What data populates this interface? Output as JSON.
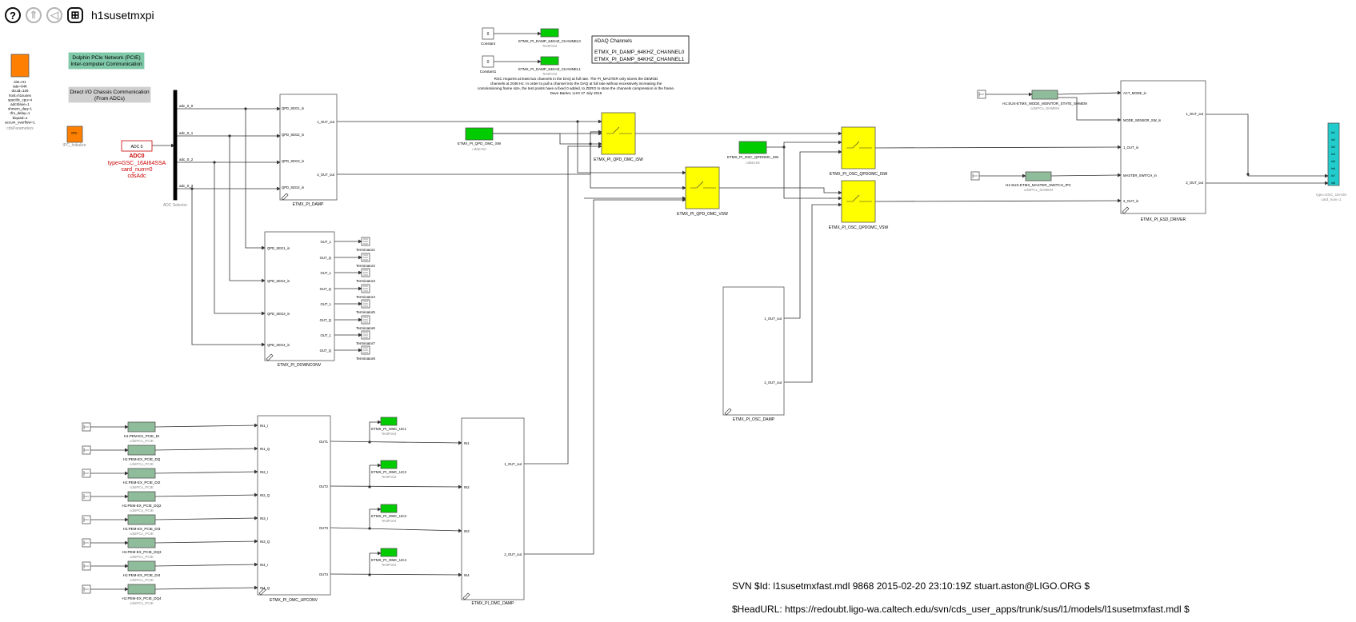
{
  "toolbar": {
    "help_glyph": "?",
    "up_glyph": "⇑",
    "back_glyph": "◁",
    "grid_glyph": "⊞",
    "model_name": "h1susetmxpi"
  },
  "colors": {
    "line": "#333333",
    "block_border": "#555555",
    "yellow": "#ffff00",
    "green": "#00cc00",
    "sage": "#8fbc9a",
    "teal": "#22cccc",
    "orange": "#ff8000",
    "red_label": "#cc0000",
    "grey_label": "#888888"
  },
  "notes": {
    "dolphin": [
      "Dolphin PCIe Network (PCIE)",
      "Inter-computer Communication"
    ],
    "direct_io": [
      "Direct I/O Chassis Communication",
      "(From ADCs)"
    ],
    "rgc_comment": [
      "RGC requires at least two channels in the DAQ at full rate. The PI_MASTER only stores the DEMOD",
      "channels at 2048 Hz. In order to pull a channel into the DAQ at full rate without excessively increasing the",
      "commissioning frame size, the test points have a fixed 0 added, to ZERO to store the channels compression in the frame.",
      "Dave Barker, LHO 27 July 2015"
    ]
  },
  "params_block": {
    "label": "cdsParameters",
    "lines": [
      "site=H1",
      "rate=64K",
      "dcuid=126",
      "host=h1susex",
      "specific_cpu=4",
      "adcSlave=1",
      "shmem_daq=1",
      "rfm_delay=1",
      "biquad=1",
      "accum_overflow=1"
    ]
  },
  "ipc_block": {
    "label": "IPC",
    "sublabel": "IPC_Initialize"
  },
  "adc": {
    "text": "ADC 0",
    "label": "ADC0",
    "type_lines": [
      "type=GSC_16AI64SSA",
      "card_num=0",
      "cdsAdc"
    ]
  },
  "bus": {
    "label": "ADC Selector",
    "outputs": [
      "adc_0_0",
      "adc_0_1",
      "adc_0_2",
      "adc_0_3"
    ]
  },
  "blocks": {
    "damp": {
      "label": "ETMX_PI_DAMP",
      "inputs": [
        "QPD_SEG1_in",
        "QPD_SEG2_in",
        "QPD_SEG3_in",
        "QPD_SEG4_in"
      ],
      "outputs": [
        "1_OUT_out",
        "2_OUT_out"
      ]
    },
    "downconv": {
      "label": "ETMX_PI_DOWNCONV",
      "inputs": [
        "QPD_SEG1_in",
        "QPD_SEG2_in",
        "QPD_SEG3_in",
        "QPD_SEG4_in"
      ],
      "outputs": [
        "OUT_1",
        "OUT_Q",
        "OUT_1",
        "OUT_Q",
        "OUT_1",
        "OUT_Q",
        "OUT_1",
        "OUT_Q"
      ]
    },
    "osc_damp": {
      "label": "ETMX_PI_OSC_DAMP",
      "outputs": [
        "1_OUT_out",
        "2_OUT_out"
      ]
    },
    "upconv": {
      "label": "ETMX_PI_OMC_UPCONV",
      "inputs": [
        "IN1_I",
        "IN1_Q",
        "IN2_I",
        "IN2_Q",
        "IN3_I",
        "IN3_Q",
        "IN4_I",
        "IN4_Q"
      ],
      "outputs": [
        "OUT1",
        "OUT2",
        "OUT3",
        "OUT4"
      ]
    },
    "omc_damp": {
      "label": "ETMX_PI_OMC_DAMP",
      "inputs": [
        "IN1",
        "IN2",
        "IN3",
        "IN4"
      ],
      "outputs": [
        "1_OUT_out",
        "2_OUT_out"
      ]
    },
    "esd": {
      "label": "ETMX_PI_ESD_DRIVER",
      "inputs": [
        "ACT_MODE_in",
        "MODE_SENSOR_SW_in",
        "1_OUT_in",
        "MASTER_SWITCH_in",
        "2_OUT_in"
      ],
      "outputs": [
        "1_OUT_out",
        "2_OUT_out"
      ]
    }
  },
  "terminators": [
    "Terminator1",
    "Terminator2",
    "Terminator3",
    "Terminator4",
    "Terminator5",
    "Terminator6",
    "Terminator7",
    "Terminator8"
  ],
  "switches": {
    "s1": "ETMX_PI_QPD_OMC_ISW",
    "s2": "ETMX_PI_QPD_OMC_VSW",
    "s3": "ETMX_PI_OSC_QPDOMC_ISW",
    "s4": "ETMX_PI_OSC_QPDOMC_VSW"
  },
  "epics_inputs": {
    "qpd_omc": {
      "label": "ETMX_PI_QPD_OMC_SW",
      "sublabel": "cdsEzInt"
    },
    "osc_qpdomc": {
      "label": "ETMX_PI_OSC_QPDOMC_SW",
      "sublabel": "cdsEzInt"
    }
  },
  "daq_testpoints": [
    {
      "const": "Constant",
      "label": "ETMX_PI_DAMP_64KHZ_CHANNEL0",
      "sub": "TestPoint"
    },
    {
      "const": "Constant1",
      "label": "ETMX_PI_DAMP_64KHZ_CHANNEL1",
      "sub": "TestPoint"
    }
  ],
  "daq_box": {
    "title": "#DAQ Channels",
    "lines": [
      "ETMX_PI_DAMP_64KHZ_CHANNEL0",
      "ETMX_PI_DAMP_64KHZ_CHANNEL1"
    ]
  },
  "shmem": {
    "monitor": {
      "label": "H1:SUS-ETMX_MODE_MONITOR_STATE_SHMEM",
      "sub": "cdsIPCx_SHMEM"
    },
    "master": {
      "label": "H1:SUS-ETMX_MASTER_SWITCH_IPC",
      "sub": "cdsIPCx_SHMEM"
    }
  },
  "dac": {
    "label1": "type=GSC_18AO8",
    "label2": "card_num=1"
  },
  "pcie_ipcs": [
    {
      "label": "H1:PEM-EX_PCIE_DI",
      "sub": "cdsIPCx_PCIE"
    },
    {
      "label": "H1:PEM-EX_PCIE_DQ",
      "sub": "cdsIPCx_PCIE"
    },
    {
      "label": "H1:PEM-EX_PCIE_DI2",
      "sub": "cdsIPCx_PCIE"
    },
    {
      "label": "H1:PEM-EX_PCIE_DQ2",
      "sub": "cdsIPCx_PCIE"
    },
    {
      "label": "H1:PEM-EX_PCIE_DI3",
      "sub": "cdsIPCx_PCIE"
    },
    {
      "label": "H1:PEM-EX_PCIE_DQ3",
      "sub": "cdsIPCx_PCIE"
    },
    {
      "label": "H1:PEM-EX_PCIE_DI4",
      "sub": "cdsIPCx_PCIE"
    },
    {
      "label": "H1:PEM-EX_PCIE_DQ4",
      "sub": "cdsIPCx_PCIE"
    }
  ],
  "omc_testpoints": [
    {
      "label": "ETMX_PI_OMC_UC1",
      "sub": "TestPoint"
    },
    {
      "label": "ETMX_PI_OMC_UC2",
      "sub": "TestPoint"
    },
    {
      "label": "ETMX_PI_OMC_UC3",
      "sub": "TestPoint"
    },
    {
      "label": "ETMX_PI_OMC_UC4",
      "sub": "TestPoint"
    }
  ],
  "svn": {
    "id": "SVN $Id: l1susetmxfast.mdl 9868 2015-02-20 23:10:19Z stuart.aston@LIGO.ORG $",
    "headurl": "$HeadURL: https://redoubt.ligo-wa.caltech.edu/svn/cds_user_apps/trunk/sus/l1/models/l1susetmxfast.mdl $"
  }
}
